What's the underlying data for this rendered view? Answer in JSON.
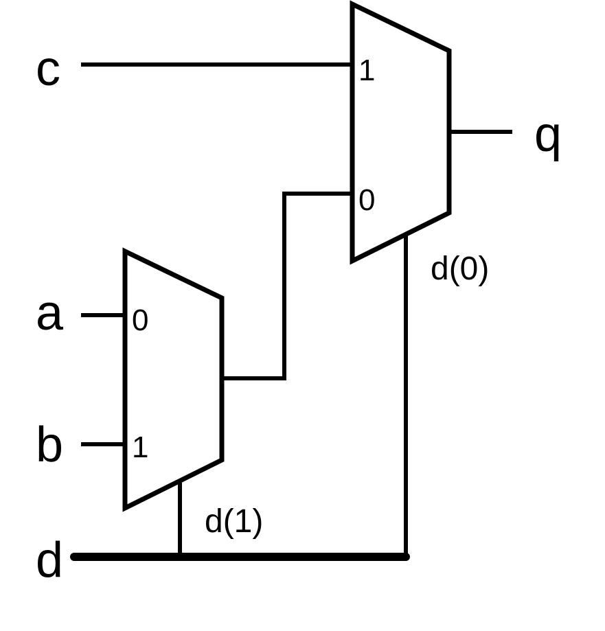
{
  "diagram": {
    "type": "circuit",
    "description": "Two cascaded 2:1 multiplexers selected by bus d",
    "signals": {
      "c": "c",
      "a": "a",
      "b": "b",
      "d": "d",
      "q": "q"
    },
    "mux_top": {
      "input_1_label": "1",
      "input_0_label": "0",
      "select_label": "d(0)"
    },
    "mux_bottom": {
      "input_0_label": "0",
      "input_1_label": "1",
      "select_label": "d(1)"
    },
    "connections": [
      {
        "from": "c",
        "to": "mux_top.1"
      },
      {
        "from": "mux_bottom.out",
        "to": "mux_top.0"
      },
      {
        "from": "a",
        "to": "mux_bottom.0"
      },
      {
        "from": "b",
        "to": "mux_bottom.1"
      },
      {
        "from": "mux_top.out",
        "to": "q"
      },
      {
        "from": "d(0)",
        "to": "mux_top.select"
      },
      {
        "from": "d(1)",
        "to": "mux_bottom.select"
      }
    ]
  }
}
